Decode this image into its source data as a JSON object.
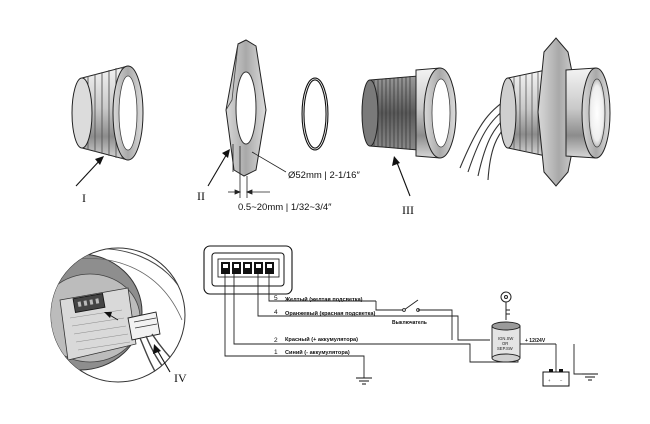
{
  "labels": {
    "part_i": "I",
    "part_ii": "II",
    "part_iii": "III",
    "part_iv": "IV"
  },
  "dimensions": {
    "diameter": "Ø52mm | 2-1/16″",
    "thickness": "0.5~20mm | 1/32~3/4″"
  },
  "wiring": {
    "wires": [
      {
        "num": "5",
        "label": "Желтый (желтая подсветка)"
      },
      {
        "num": "4",
        "label": "Оранжевый (красная подсветка)"
      },
      {
        "num": "2",
        "label": "Красный (+ аккумулятора)"
      },
      {
        "num": "1",
        "label": "Синий (- аккумулятора)"
      }
    ],
    "switch_label": "Выключатель",
    "ignition_lines": [
      "IGN.SW",
      "OR",
      "SEP.SW"
    ],
    "power_label": "+ 12/24V"
  },
  "colors": {
    "line": "#222222",
    "metal_light": "#e6e6e6",
    "metal_mid": "#b5b5b5",
    "metal_dark": "#6a6a6a"
  }
}
